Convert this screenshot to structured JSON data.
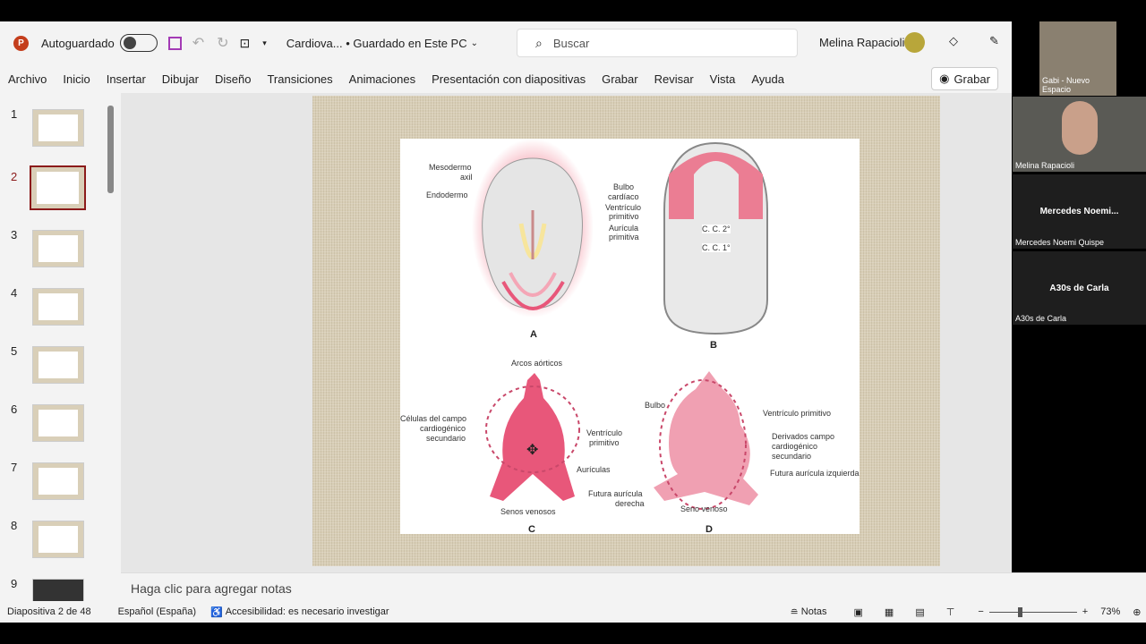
{
  "titlebar": {
    "autosave": "Autoguardado",
    "doc": "Cardiova... • Guardado en Este PC",
    "search_placeholder": "Buscar",
    "user": "Melina Rapacioli",
    "record": "Grabar"
  },
  "ribbon": {
    "tabs": [
      "Archivo",
      "Inicio",
      "Insertar",
      "Dibujar",
      "Diseño",
      "Transiciones",
      "Animaciones",
      "Presentación con diapositivas",
      "Grabar",
      "Revisar",
      "Vista",
      "Ayuda"
    ]
  },
  "thumbnails": [
    "1",
    "2",
    "3",
    "4",
    "5",
    "6",
    "7",
    "8",
    "9"
  ],
  "selected_slide": 2,
  "figure": {
    "A": {
      "letter": "A",
      "mesodermo": "Mesodermo",
      "axil": "axil",
      "endodermo": "Endodermo",
      "bulbo": "Bulbo",
      "cardiaco": "cardíaco",
      "ventriculo": "Ventrículo",
      "primitivo": "primitivo",
      "auricula": "Aurícula",
      "primitiva": "primitiva"
    },
    "B": {
      "letter": "B",
      "cc2": "C. C. 2°",
      "cc1": "C. C. 1°"
    },
    "C": {
      "letter": "C",
      "arcos": "Arcos aórticos",
      "celulas1": "Células del campo",
      "celulas2": "cardiogénico",
      "celulas3": "secundario",
      "ventriculo": "Ventrículo",
      "primitivo": "primitivo",
      "auriculas": "Aurículas",
      "senos": "Senos venosos"
    },
    "D": {
      "letter": "D",
      "bulbo": "Bulbo",
      "ventriculo": "Ventrículo primitivo",
      "deriv1": "Derivados campo",
      "deriv2": "cardiogénico",
      "deriv3": "secundario",
      "fizq": "Futura aurícula izquierda",
      "fder1": "Futura aurícula",
      "fder2": "derecha",
      "seno": "Seno venoso"
    }
  },
  "notes_placeholder": "Haga clic para agregar notas",
  "status": {
    "slide": "Diapositiva 2 de 48",
    "lang": "Español (España)",
    "access": "Accesibilidad: es necesario investigar",
    "notes": "Notas",
    "zoom": "73%",
    "zoom_level": 73
  },
  "participants": [
    {
      "name": "Gabi - Nuevo Espacio",
      "center": ""
    },
    {
      "name": "Melina Rapacioli",
      "center": ""
    },
    {
      "name": "Mercedes Noemi Quispe",
      "center": "Mercedes  Noemi..."
    },
    {
      "name": "A30s de Carla",
      "center": "A30s de Carla"
    }
  ],
  "colors": {
    "accent": "#c43e1c",
    "selected": "#8b1a1a",
    "heart": "#e8577a"
  }
}
